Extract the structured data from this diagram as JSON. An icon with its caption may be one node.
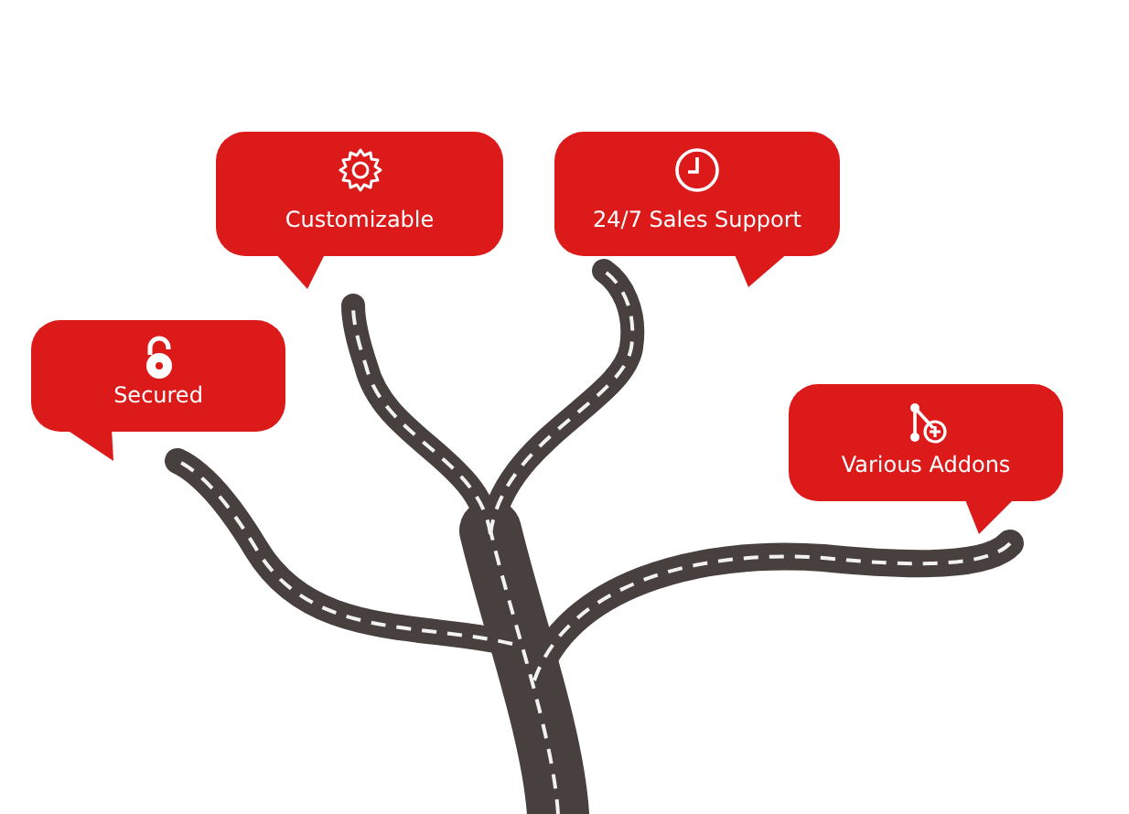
{
  "diagram": {
    "nodes": [
      {
        "text": [
          "Customizable"
        ]
      },
      {
        "text": [
          "24/7 Sales Support"
        ]
      },
      {
        "text": [
          "Secured"
        ]
      },
      {
        "text": [
          "Various Addons"
        ]
      }
    ]
  }
}
